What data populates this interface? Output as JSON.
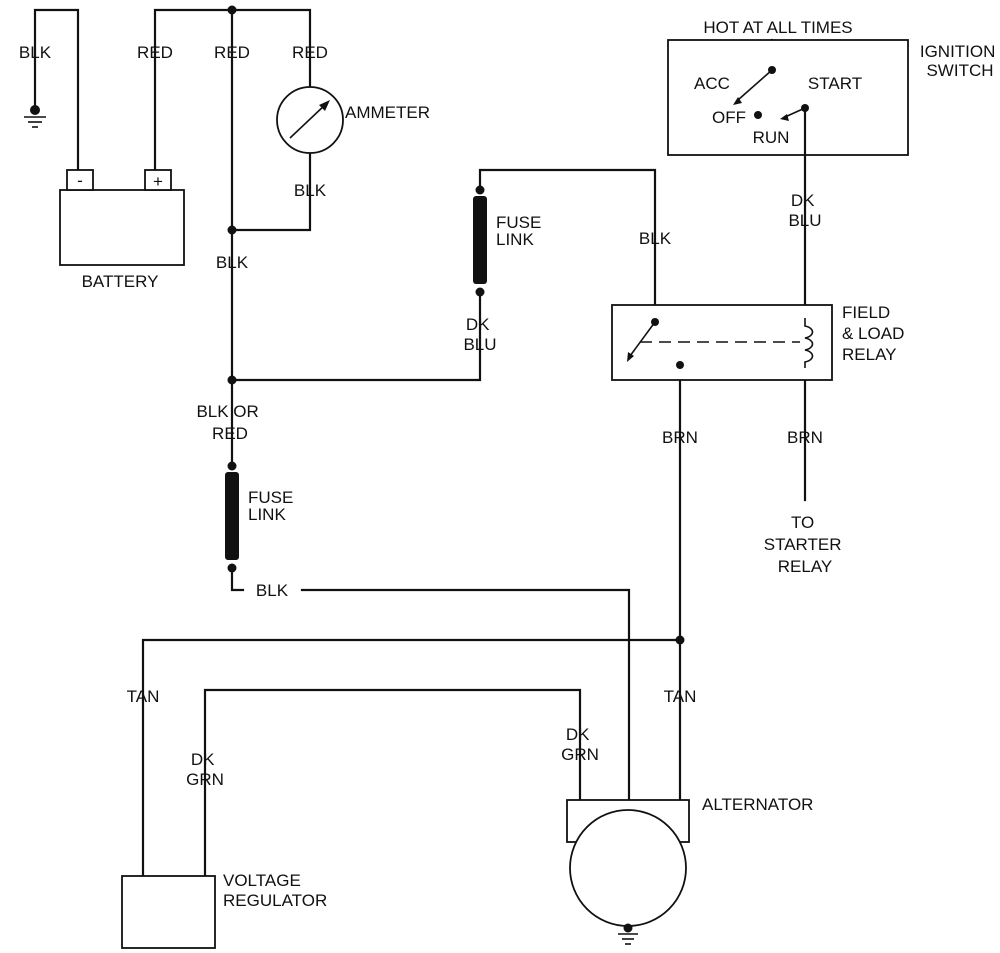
{
  "labels": {
    "blk_ground": "BLK",
    "red_battery": "RED",
    "red_mid": "RED",
    "red_ammeter": "RED",
    "ammeter": "AMMETER",
    "blk_ammeter": "BLK",
    "battery_minus": "-",
    "battery_plus": "+",
    "battery": "BATTERY",
    "blk_junction": "BLK",
    "fuse_link_upper": [
      "FUSE",
      "LINK"
    ],
    "dk_blu_fuse": [
      "DK",
      "BLU"
    ],
    "blk_relay": "BLK",
    "hot_at_all_times": "HOT AT ALL TIMES",
    "ignition_switch": [
      "IGNITION",
      "SWITCH"
    ],
    "acc": "ACC",
    "start": "START",
    "off": "OFF",
    "run": "RUN",
    "dk_blu_ignition": [
      "DK",
      "BLU"
    ],
    "field_load_relay": [
      "FIELD",
      "& LOAD",
      "RELAY"
    ],
    "blk_or_red": [
      "BLK  OR",
      "RED"
    ],
    "fuse_link_lower": [
      "FUSE",
      "LINK"
    ],
    "blk_lower": "BLK",
    "brn_relay": "BRN",
    "brn_starter": "BRN",
    "to_starter_relay": [
      "TO",
      "STARTER",
      "RELAY"
    ],
    "tan_left": "TAN",
    "tan_right": "TAN",
    "dk_grn_left": [
      "DK",
      "GRN"
    ],
    "dk_grn_right": [
      "DK",
      "GRN"
    ],
    "alternator": "ALTERNATOR",
    "voltage_regulator": [
      "VOLTAGE",
      "REGULATOR"
    ]
  },
  "colors": {
    "ink": "#111111",
    "background": "#ffffff"
  }
}
